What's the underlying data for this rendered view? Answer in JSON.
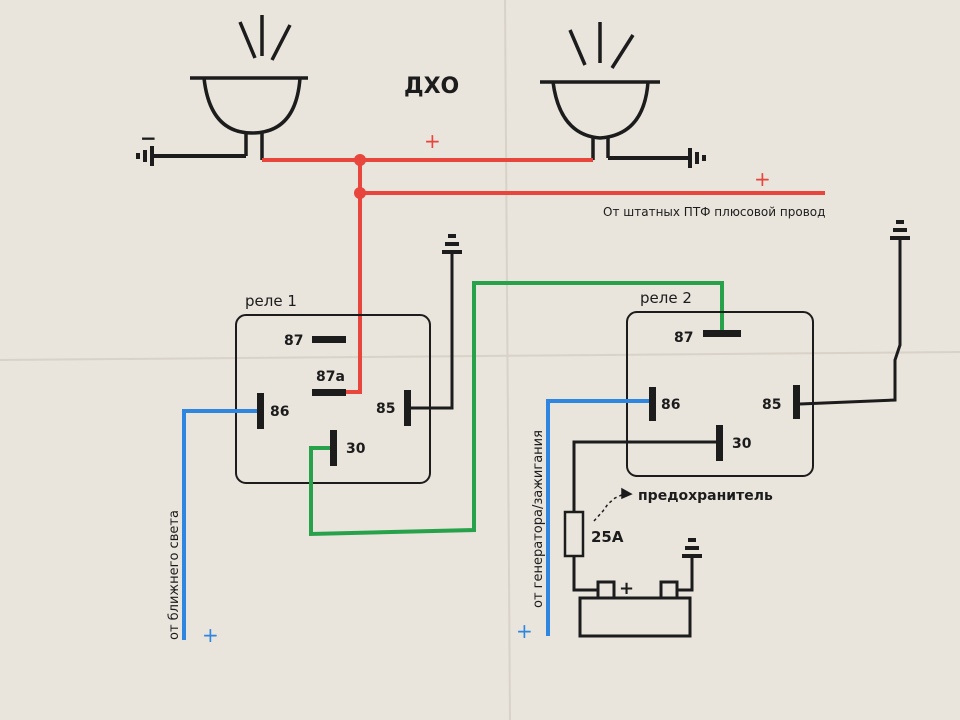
{
  "title": "ДХО",
  "colors": {
    "paper": "#e9e4dc",
    "ink": "#1c1c1c",
    "positive": "#e8453c",
    "low_beam": "#2f86e0",
    "control": "#27a24a"
  },
  "labels": {
    "minus": "−",
    "plus_top": "+",
    "plus_right": "+",
    "source_wire": "От штатных ПТФ плюсовой провод",
    "low_beam_wire": "от ближнего света",
    "low_beam_plus": "+",
    "gen_wire": "от генератора/зажигания",
    "gen_plus": "+",
    "fuse_label": "предохранитель",
    "fuse_rating": "25А",
    "battery_plus": "+"
  },
  "relays": [
    {
      "name": "реле 1",
      "pins": {
        "p87": "87",
        "p87a": "87a",
        "p86": "86",
        "p85": "85",
        "p30": "30"
      }
    },
    {
      "name": "реле 2",
      "pins": {
        "p87": "87",
        "p86": "86",
        "p85": "85",
        "p30": "30"
      }
    }
  ],
  "icons": {
    "lamp": "headlight-icon",
    "ground": "ground-icon",
    "fuse": "fuse-icon",
    "battery": "battery-icon"
  }
}
